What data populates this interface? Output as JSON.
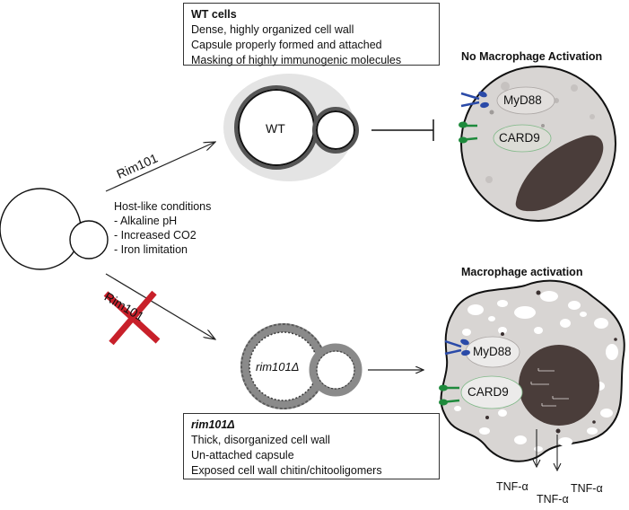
{
  "wt_box": {
    "title": "WT cells",
    "lines": [
      "Dense, highly organized cell wall",
      "Capsule properly formed and attached",
      "Masking of highly immunogenic molecules"
    ]
  },
  "mutant_box": {
    "title": "rim101Δ",
    "lines": [
      "Thick, disorganized cell wall",
      "Un-attached capsule",
      "Exposed cell wall chitin/chitooligomers"
    ]
  },
  "conditions": {
    "title": "Host-like conditions",
    "items": [
      "- Alkaline pH",
      "- Increased CO2",
      "- Iron limitation"
    ]
  },
  "arrows": {
    "top_label": "Rim101",
    "bottom_label": "Rim101"
  },
  "cells": {
    "wt_label": "WT",
    "mutant_label": "rim101Δ"
  },
  "macrophages": {
    "top_heading": "No Macrophage Activation",
    "bottom_heading": "Macrophage activation",
    "receptor1": "MyD88",
    "receptor2": "CARD9",
    "cytokines": [
      "TNF-α",
      "TNF-α",
      "TNF-α"
    ]
  },
  "colors": {
    "receptor_blue": "#2a4aa8",
    "receptor_green": "#1e8a3c",
    "cross_red": "#c8202a",
    "macrophage_fill": "#d8d5d3",
    "nucleus": "#4a3d3a"
  }
}
